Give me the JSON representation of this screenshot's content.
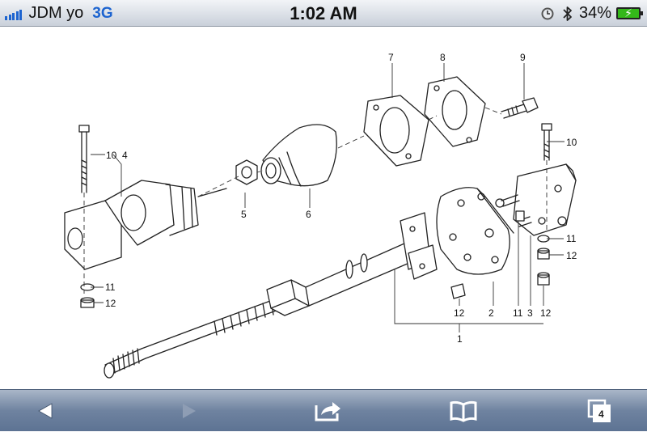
{
  "status_bar": {
    "carrier": "JDM yo",
    "network": "3G",
    "time": "1:02 AM",
    "battery_percent": "34%",
    "signal_bars": 5,
    "icons": [
      "signal-icon",
      "alarm-icon",
      "bluetooth-icon",
      "battery-charging-icon"
    ]
  },
  "diagram": {
    "callouts": {
      "c1": "1",
      "c2": "2",
      "c3": "3",
      "c4": "4",
      "c5": "5",
      "c6": "6",
      "c7": "7",
      "c8": "8",
      "c9": "9",
      "c10a": "10",
      "c10b": "10",
      "c11a": "11",
      "c11b": "11",
      "c11c": "11",
      "c12a": "12",
      "c12b": "12",
      "c12c": "12",
      "c12d": "12"
    }
  },
  "toolbar": {
    "tab_count": "4",
    "icons": [
      "back-arrow-icon",
      "forward-arrow-icon",
      "share-icon",
      "bookmarks-icon",
      "tabs-icon"
    ]
  },
  "colors": {
    "status_bar_blue": "#1d64d0",
    "battery_green": "#34b81a",
    "toolbar_blue": "#6f83a0"
  }
}
